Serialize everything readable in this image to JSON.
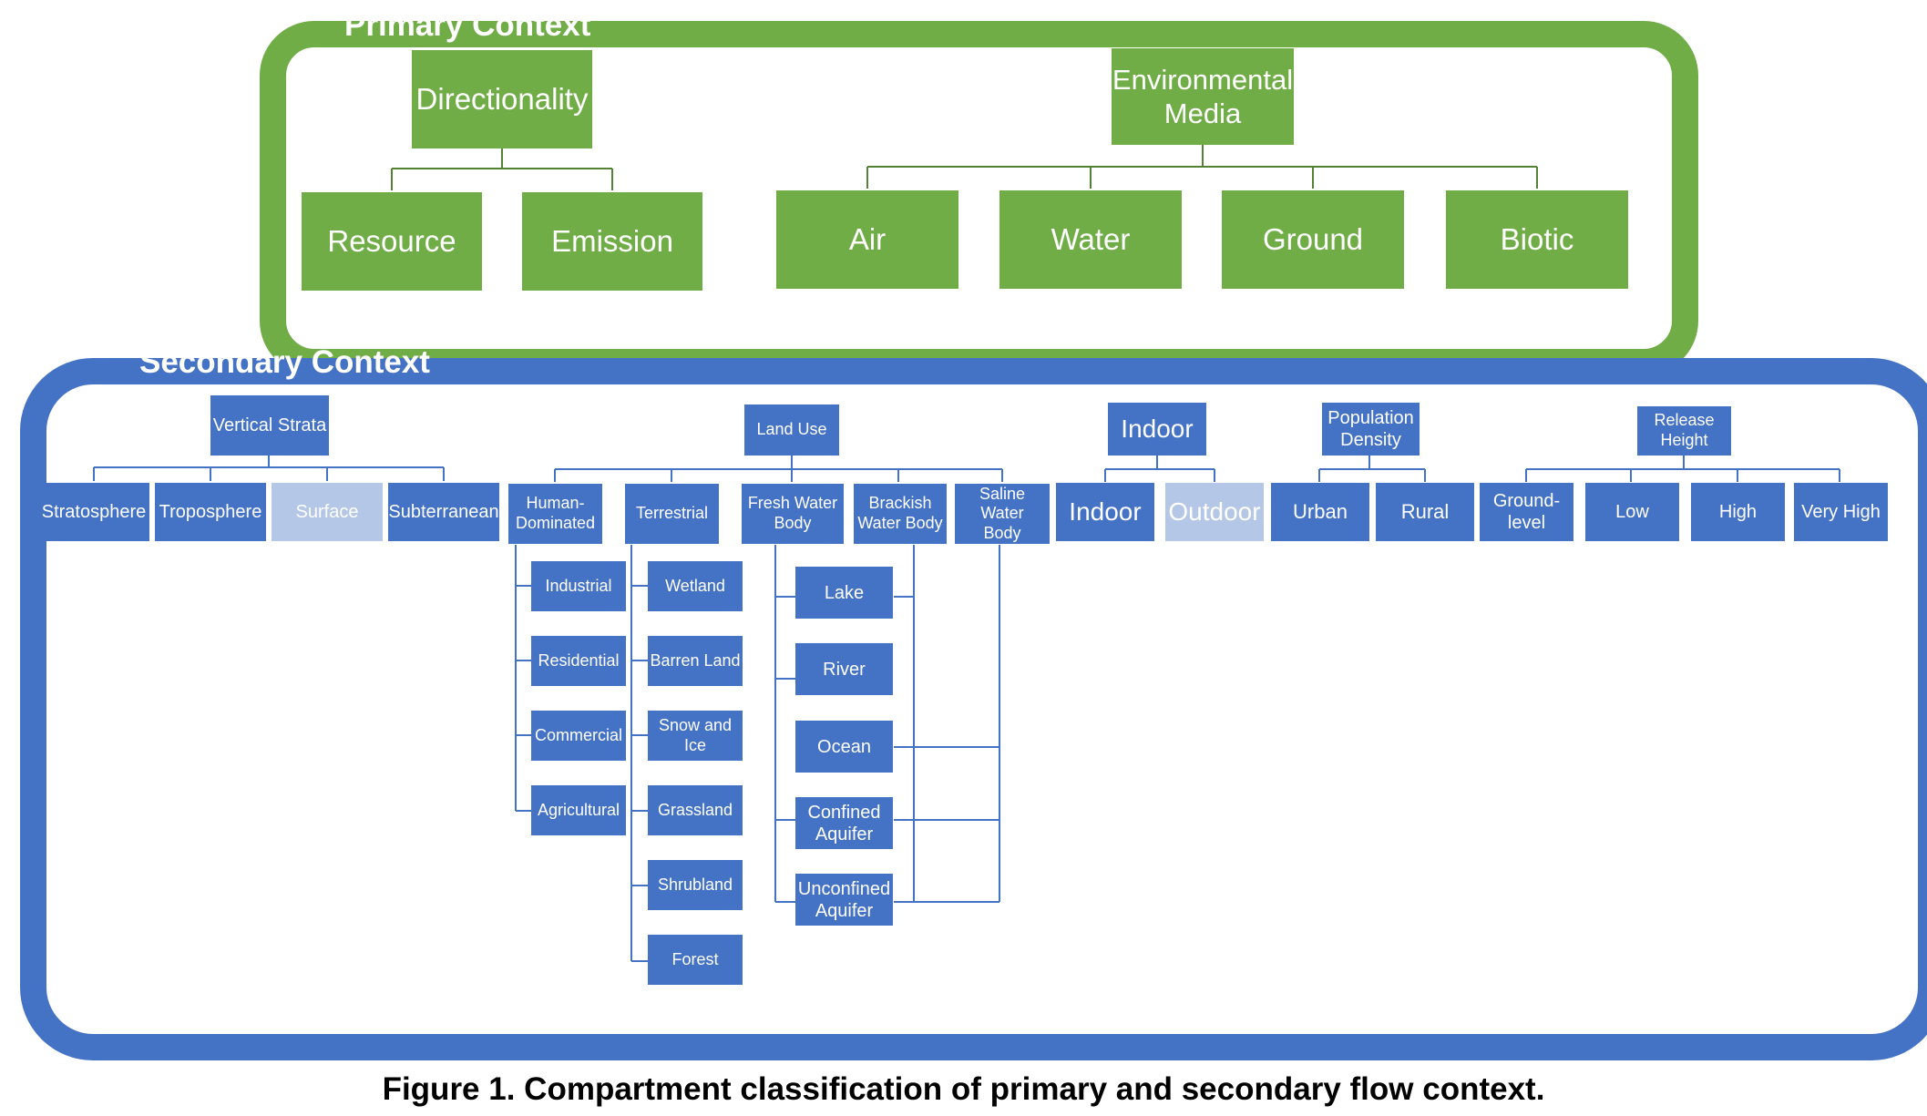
{
  "primary": {
    "title": "Primary Context",
    "directionality": "Directionality",
    "resource": "Resource",
    "emission": "Emission",
    "environmental_media": "Environmental\nMedia",
    "air": "Air",
    "water": "Water",
    "ground": "Ground",
    "biotic": "Biotic"
  },
  "secondary": {
    "title": "Secondary Context",
    "vertical_strata": {
      "label": "Vertical Strata",
      "stratosphere": "Stratosphere",
      "troposphere": "Troposphere",
      "surface": "Surface",
      "subterranean": "Subterranean"
    },
    "land_use": {
      "label": "Land Use",
      "human_dominated": "Human-\nDominated",
      "terrestrial": "Terrestrial",
      "fresh_water_body": "Fresh Water\nBody",
      "brackish_water_body": "Brackish\nWater Body",
      "saline_water_body": "Saline Water\nBody",
      "industrial": "Industrial",
      "residential": "Residential",
      "commercial": "Commercial",
      "agricultural": "Agricultural",
      "wetland": "Wetland",
      "barren_land": "Barren Land",
      "snow_and_ice": "Snow and Ice",
      "grassland": "Grassland",
      "shrubland": "Shrubland",
      "forest": "Forest",
      "lake": "Lake",
      "river": "River",
      "ocean": "Ocean",
      "confined_aquifer": "Confined\nAquifer",
      "unconfined_aquifer": "Unconfined\nAquifer"
    },
    "indoor_group": {
      "label": "Indoor",
      "indoor": "Indoor",
      "outdoor": "Outdoor"
    },
    "population_density": {
      "label": "Population\nDensity",
      "urban": "Urban",
      "rural": "Rural"
    },
    "release_height": {
      "label": "Release\nHeight",
      "ground_level": "Ground-\nlevel",
      "low": "Low",
      "high": "High",
      "very_high": "Very High"
    }
  },
  "caption": "Figure 1. Compartment classification of primary and secondary flow context.",
  "colors": {
    "primary_green": "#70ad47",
    "secondary_blue": "#4472c4",
    "inactive_light_blue": "#b4c7e7"
  }
}
